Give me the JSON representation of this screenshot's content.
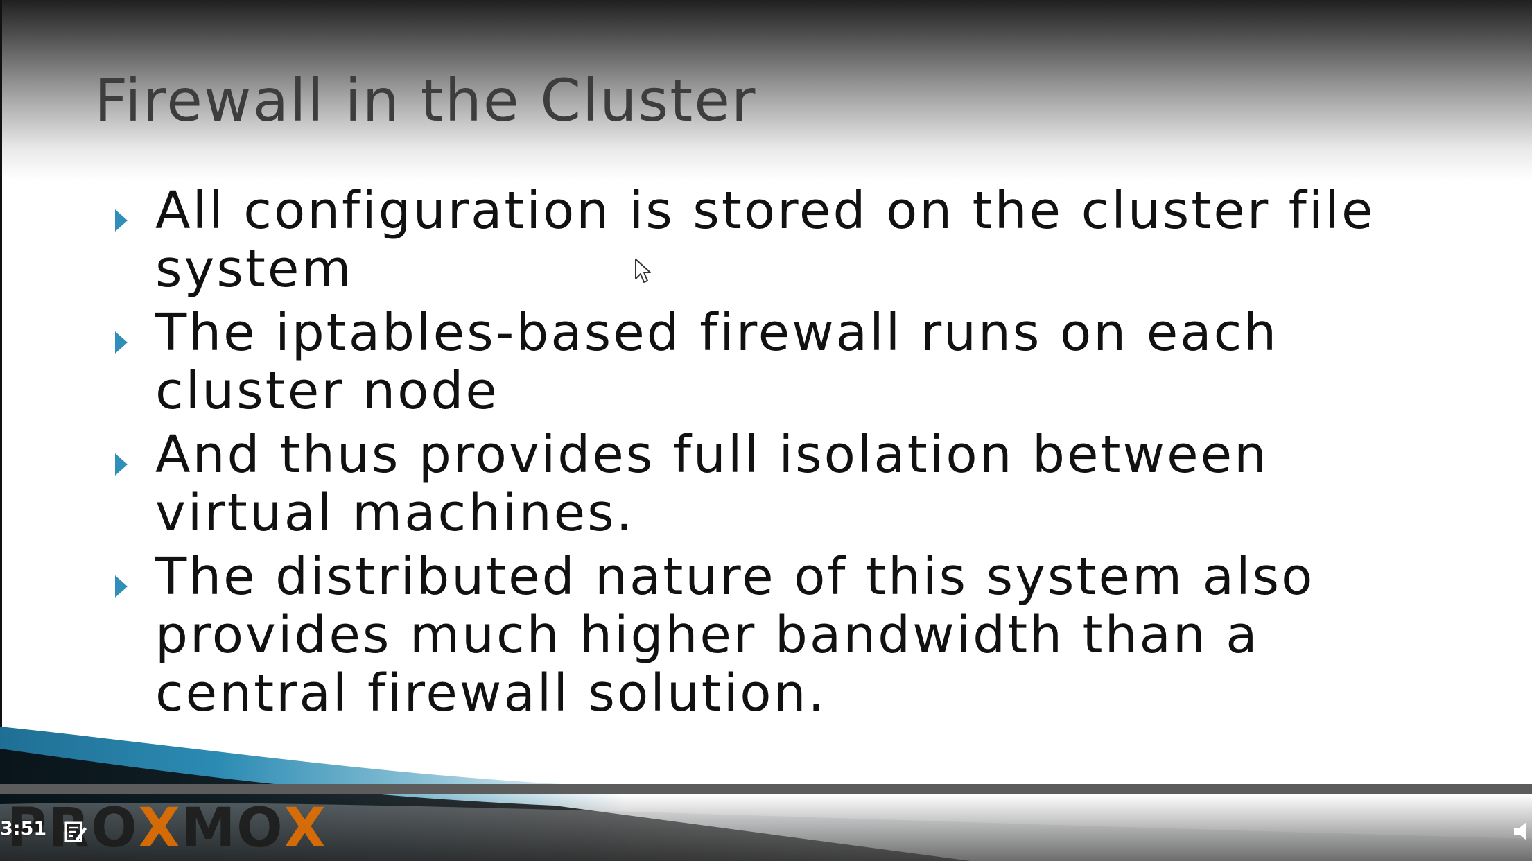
{
  "slide": {
    "title": "Firewall in the Cluster",
    "bullets": [
      "All configuration is stored on the cluster file system",
      "The iptables-based firewall runs on each cluster node",
      "And thus provides full isolation between virtual machines.",
      "The distributed nature of this system also provides much higher bandwidth than a central firewall solution."
    ]
  },
  "branding": {
    "logo_prefix": "PRO",
    "logo_x1": "X",
    "logo_mid": "MO",
    "logo_x2": "X"
  },
  "player": {
    "time": "3:51",
    "icons": {
      "notes": "notes-icon",
      "volume": "volume-icon",
      "cursor": "mouse-cursor-icon"
    }
  },
  "colors": {
    "bullet_marker": "#2f8fb8",
    "logo_accent": "#e57000",
    "swoosh_blue": "#1f6f95"
  }
}
